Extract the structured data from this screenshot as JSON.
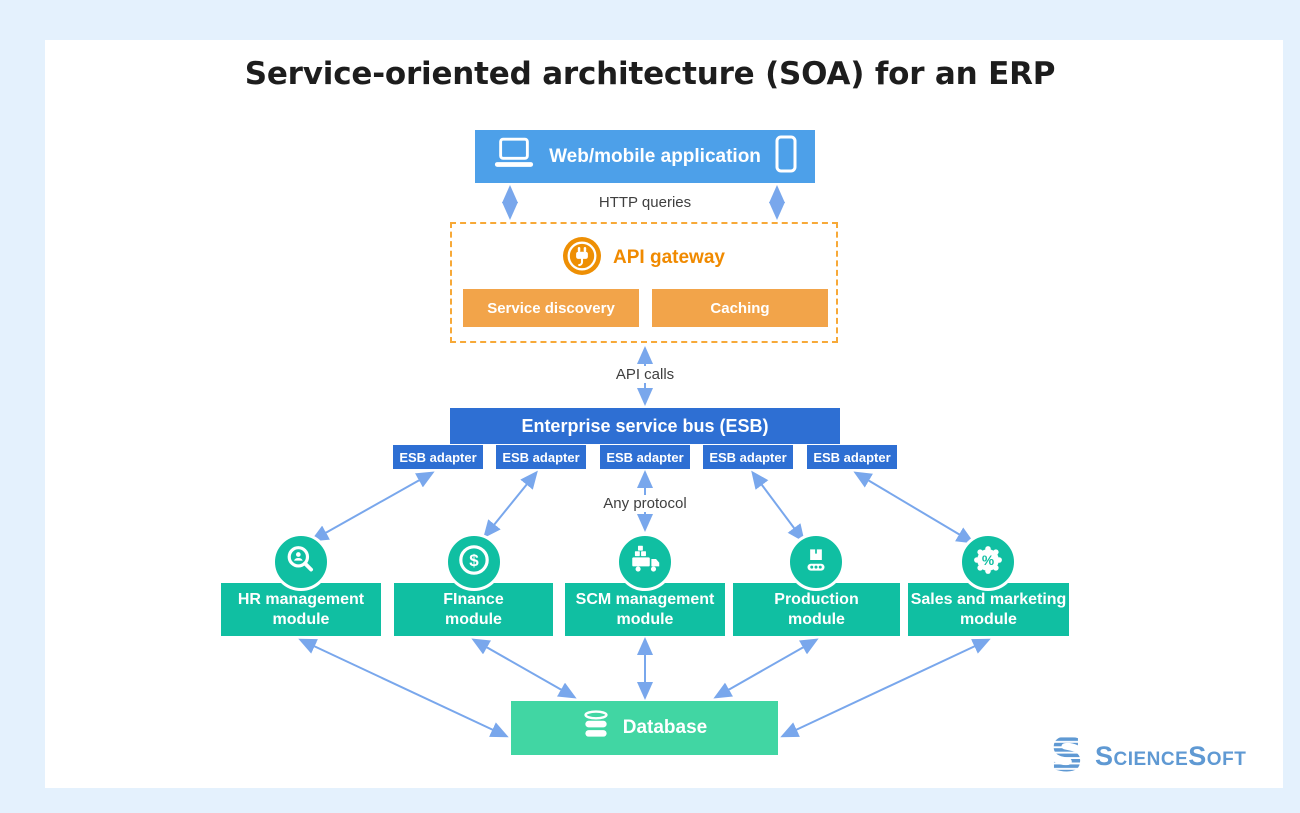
{
  "title": "Service-oriented architecture (SOA) for an ERP",
  "web_app": {
    "label": "Web/mobile application"
  },
  "connections": {
    "http_queries": "HTTP queries",
    "api_calls": "API calls",
    "any_protocol": "Any protocol"
  },
  "gateway": {
    "label": "API gateway",
    "services": [
      "Service discovery",
      "Caching"
    ]
  },
  "esb": {
    "label": "Enterprise service bus (ESB)",
    "adapters": [
      "ESB adapter",
      "ESB adapter",
      "ESB adapter",
      "ESB adapter",
      "ESB adapter"
    ]
  },
  "modules": [
    {
      "line1": "HR management",
      "line2": "module",
      "icon": "user-search-icon"
    },
    {
      "line1": "FInance",
      "line2": "module",
      "icon": "dollar-icon"
    },
    {
      "line1": "SCM management",
      "line2": "module",
      "icon": "truck-icon"
    },
    {
      "line1": "Production",
      "line2": "module",
      "icon": "conveyor-box-icon"
    },
    {
      "line1": "Sales and marketing",
      "line2": "module",
      "icon": "discount-badge-icon"
    }
  ],
  "database": {
    "label": "Database"
  },
  "brand": {
    "name": "ScienceSoft"
  },
  "edges": [
    {
      "from": "web-mobile-application",
      "to": "api-gateway",
      "label": "HTTP queries",
      "bidirectional": true
    },
    {
      "from": "api-gateway",
      "to": "enterprise-service-bus",
      "label": "API calls",
      "bidirectional": true
    },
    {
      "from": "esb-adapters",
      "to": "erp-modules",
      "label": "Any protocol",
      "bidirectional": true
    },
    {
      "from": "erp-modules",
      "to": "database",
      "label": "",
      "bidirectional": true
    }
  ],
  "colors": {
    "background": "#e4f1fd",
    "card": "#ffffff",
    "app_blue": "#4da0e9",
    "esb_blue": "#2e6fd3",
    "arrow_blue": "#79a7ec",
    "gateway_orange": "#ef9007",
    "gateway_box_orange": "#f2a44a",
    "module_teal": "#10bfa2",
    "database_green": "#41d6a3",
    "logo_blue": "#5f99d3"
  }
}
